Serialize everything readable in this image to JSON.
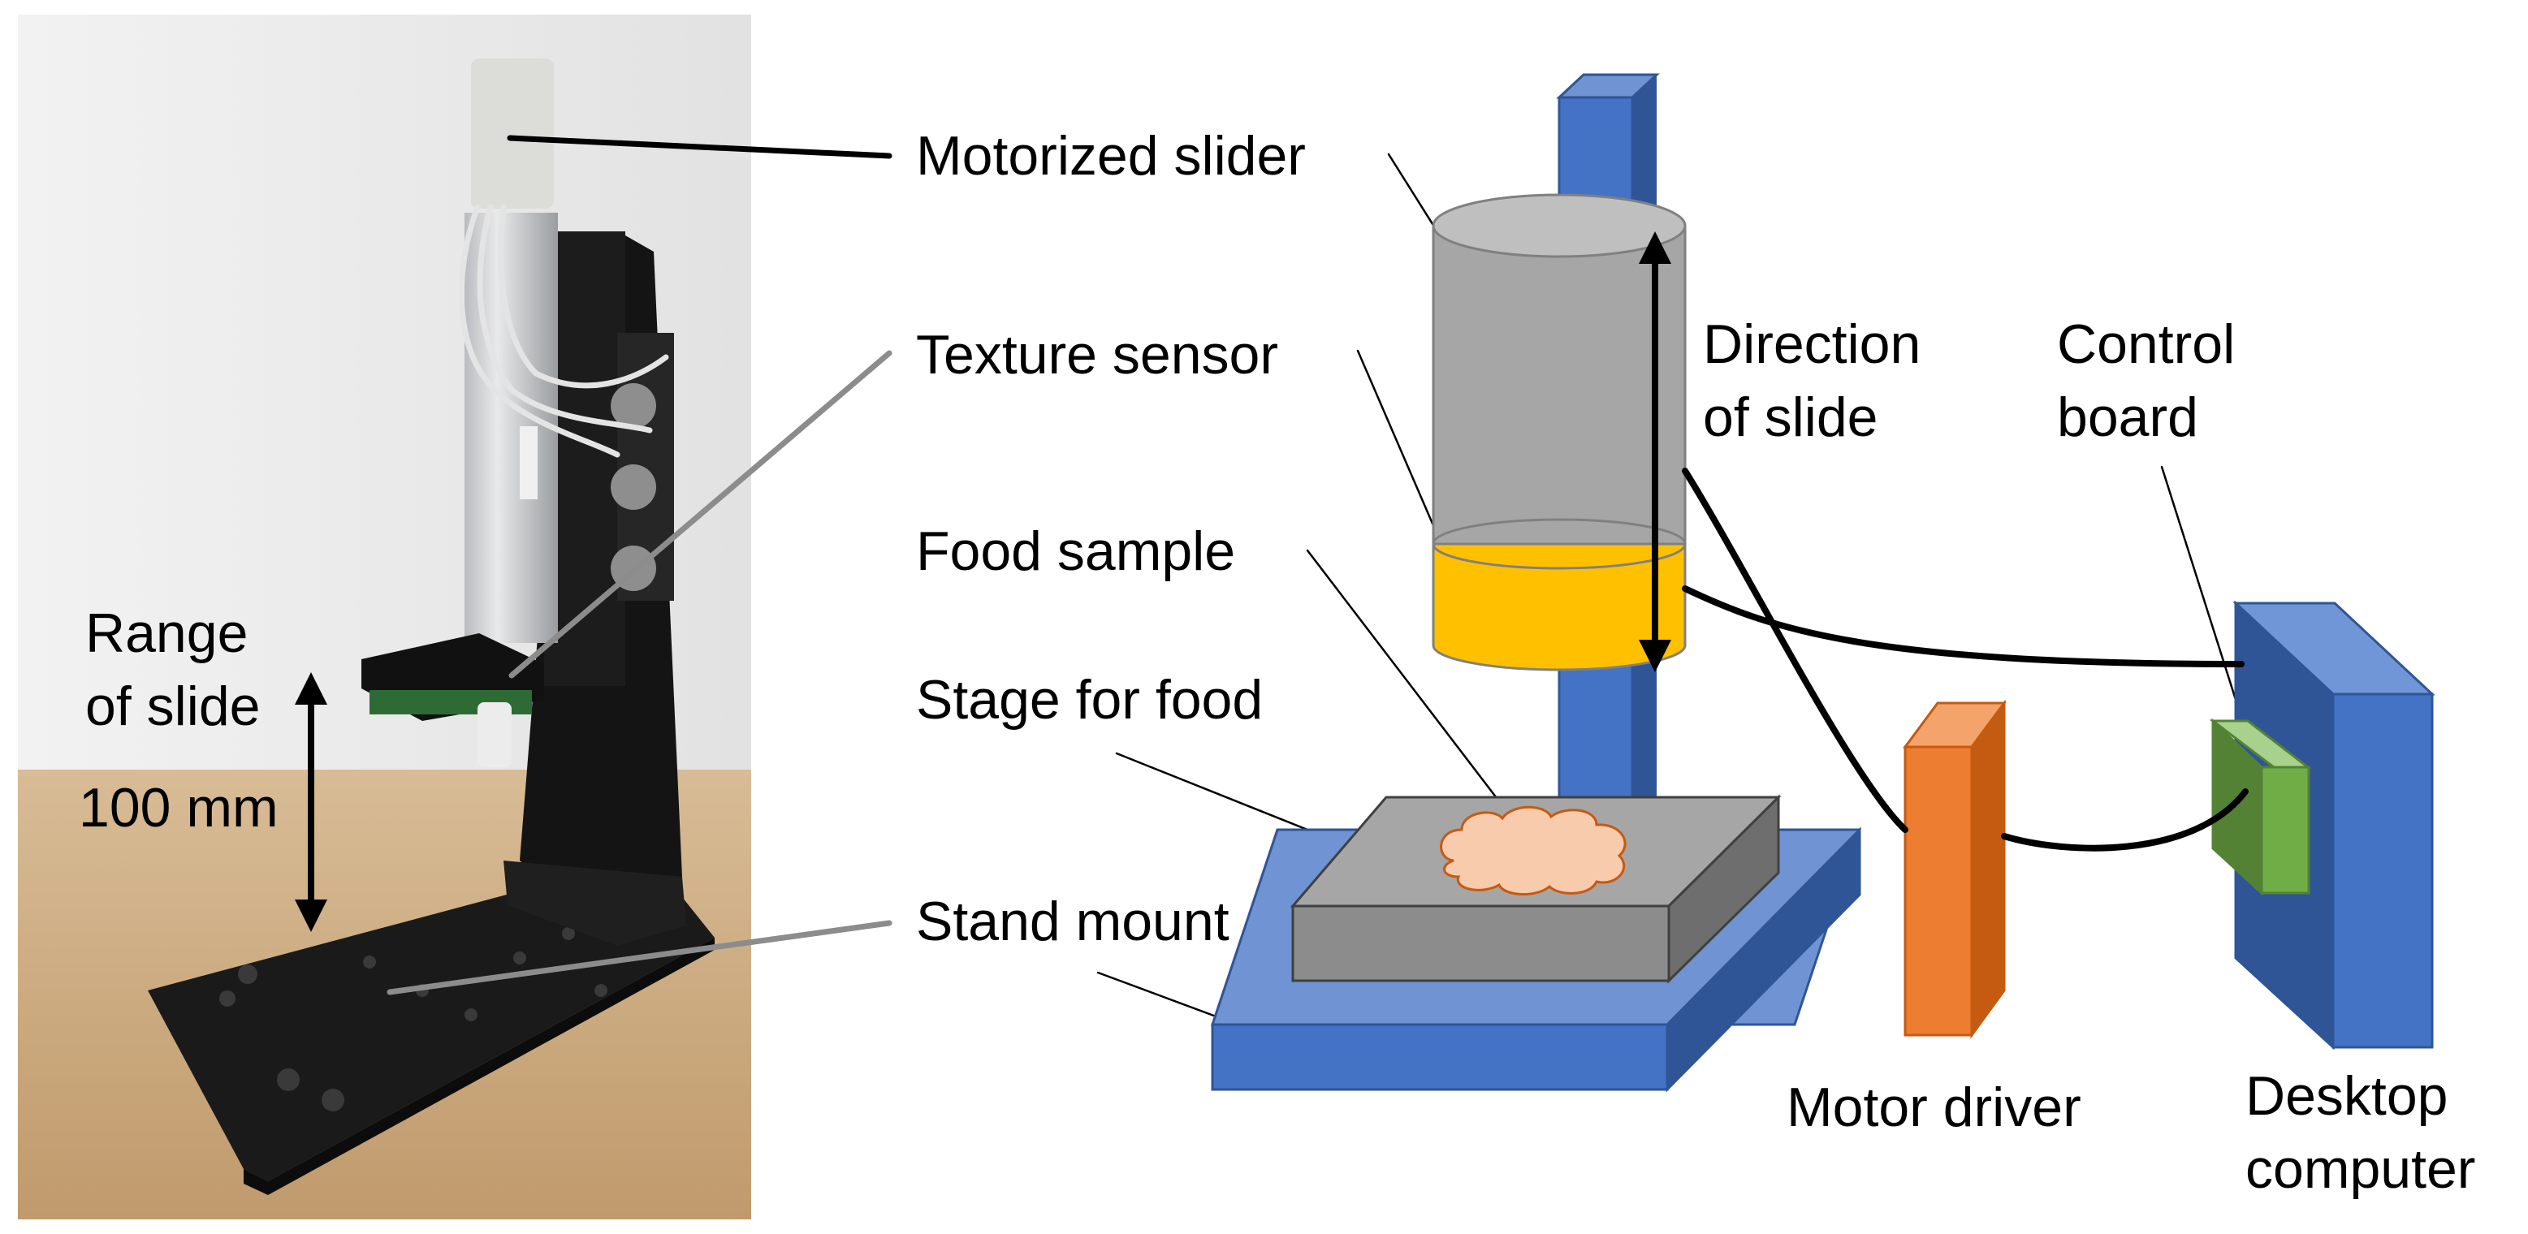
{
  "photo_labels": {
    "range_line1": "Range",
    "range_line2": "of slide",
    "range_value": "100 mm"
  },
  "callouts": {
    "motorized_slider": "Motorized slider",
    "texture_sensor": "Texture sensor",
    "food_sample": "Food sample",
    "stage_for_food": "Stage for food",
    "stand_mount": "Stand mount"
  },
  "diagram_labels": {
    "direction_line1": "Direction",
    "direction_line2": "of slide",
    "control_line1": "Control",
    "control_line2": "board",
    "motor_driver": "Motor driver",
    "desktop_line1": "Desktop",
    "desktop_line2": "computer"
  },
  "colors": {
    "stand_blue": "#4472C4",
    "stand_blue_dark": "#2F5597",
    "stand_blue_light": "#7196D8",
    "slider_gray": "#A6A6A6",
    "slider_gray_top": "#BFBFBF",
    "sensor_yellow": "#FFC000",
    "stage_gray": "#8C8C8C",
    "stage_gray_top": "#A6A6A6",
    "food_pink": "#F8CBAD",
    "driver_orange": "#ED7D31",
    "driver_orange_dark": "#C55A11",
    "board_green": "#70AD47",
    "board_green_dark": "#548235",
    "photo_wall": "#ECECEC",
    "photo_table": "#C9A77C",
    "black_metal": "#1A1A1A"
  }
}
